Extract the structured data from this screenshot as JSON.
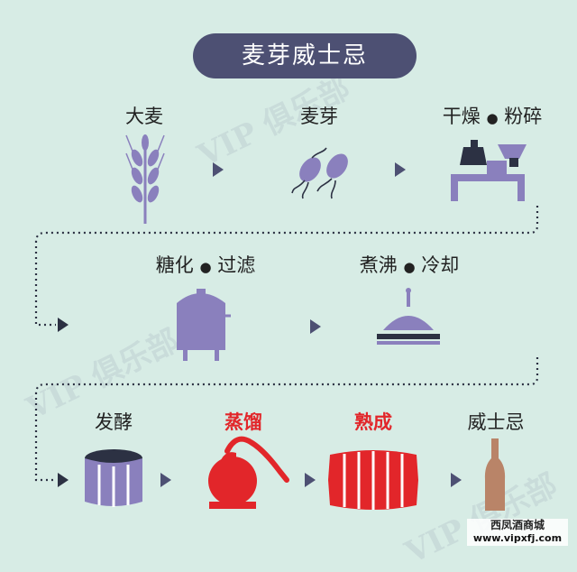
{
  "title": "麦芽威士忌",
  "steps": {
    "barley": "大麦",
    "malt": "麦芽",
    "dry_mill": {
      "a": "干燥",
      "b": "粉碎"
    },
    "mash_filter": {
      "a": "糖化",
      "b": "过滤"
    },
    "boil_cool": {
      "a": "煮沸",
      "b": "冷却"
    },
    "ferment": "发酵",
    "distill": "蒸馏",
    "mature": "熟成",
    "whisky": "威士忌"
  },
  "separator": "●",
  "footer": {
    "line1": "西凤酒商城",
    "line2": "www.vipxfj.com"
  },
  "watermark": "VIP 俱乐部",
  "colors": {
    "background": "#d7ece5",
    "title_bg": "#4d5073",
    "icon_purple": "#8a80bd",
    "accent_red": "#e2262a",
    "bottle": "#b98468",
    "dark": "#2c3143"
  }
}
